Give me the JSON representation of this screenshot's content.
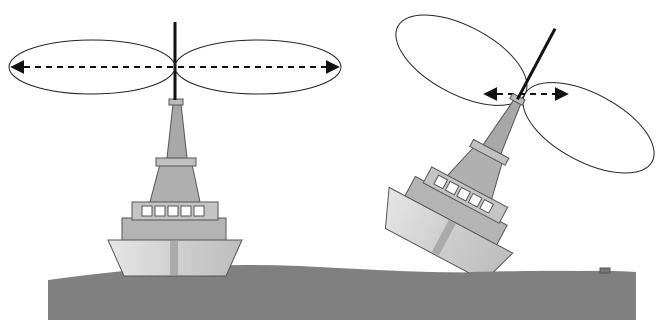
{
  "colors": {
    "sea": "#808080",
    "hull": "#d2d2d2",
    "superstructure": "#b4b4b4",
    "mast": "#a8a8a8",
    "outline": "#555555",
    "antenna": "#111111",
    "pattern_stroke": "#222222",
    "window": "#ffffff"
  },
  "ships": [
    {
      "name": "upright-ship",
      "tilt_deg": 0,
      "radiation_pattern": "horizontal"
    },
    {
      "name": "tilted-ship",
      "tilt_deg": 28,
      "radiation_pattern": "tilted"
    }
  ],
  "icons": [
    "ship-icon",
    "antenna-icon",
    "double-arrow-icon",
    "radiation-lobe-icon",
    "sea-icon"
  ]
}
